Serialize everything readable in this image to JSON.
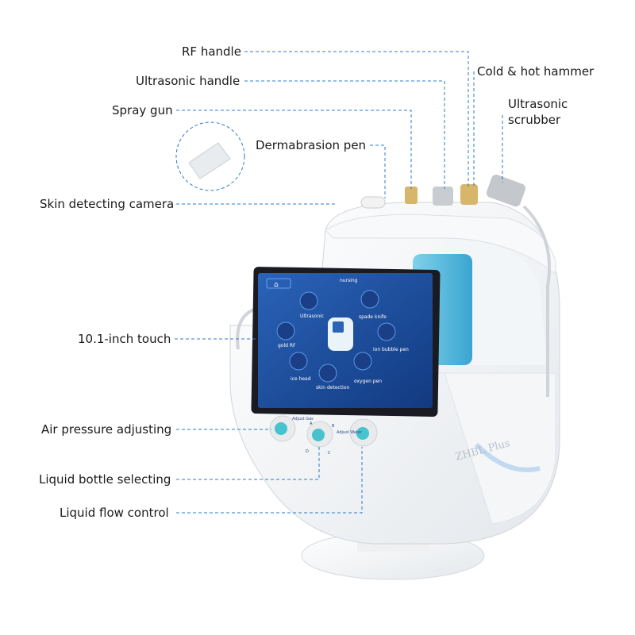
{
  "labels": {
    "rf_handle": "RF handle",
    "ultrasonic_handle": "Ultrasonic handle",
    "spray_gun": "Spray gun",
    "dermabrasion_pen": "Dermabrasion pen",
    "skin_camera": "Skin detecting camera",
    "cold_hot_hammer": "Cold & hot hammer",
    "ultrasonic_scrubber_1": "Ultrasonic",
    "ultrasonic_scrubber_2": "scrubber",
    "touch_screen": "10.1-inch touch",
    "air_pressure": "Air pressure adjusting",
    "liquid_bottle": "Liquid bottle selecting",
    "liquid_flow": "Liquid flow control"
  },
  "screen": {
    "title": "nursing",
    "items": [
      "Ultrasonic",
      "spade knife",
      "gold RF",
      "ion bubble pen",
      "ice head",
      "skin detection",
      "oxygen pen"
    ]
  },
  "panel": {
    "adjust_gas": "Adjust Gas",
    "adjust_water": "Adjust Water",
    "positions": [
      "A",
      "B",
      "C",
      "D"
    ]
  },
  "brand": "ZHBL Plus",
  "colors": {
    "leader": "#2b7bd0",
    "screen": "#1d4fa0",
    "accent": "#3fc6d0"
  }
}
